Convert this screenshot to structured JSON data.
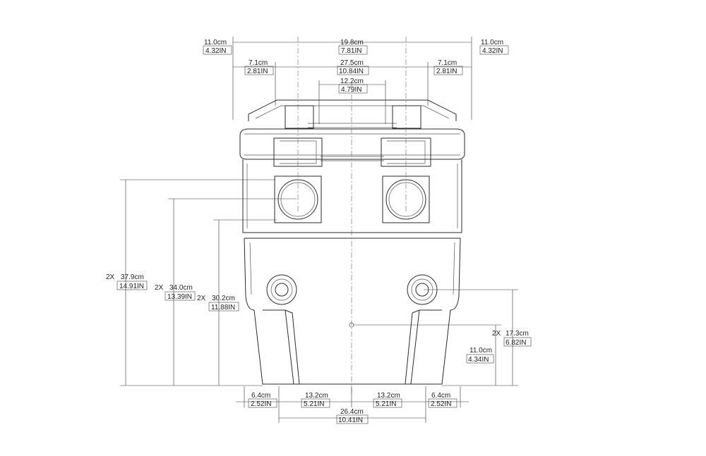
{
  "drawing": {
    "line_color": "#2a2a2a",
    "background": "#ffffff"
  },
  "dimensions": {
    "top_outer_left": {
      "metric": "11.0cm",
      "imperial": "4.32IN"
    },
    "top_center": {
      "metric": "19.8cm",
      "imperial": "7.81IN"
    },
    "top_outer_right": {
      "metric": "11.0cm",
      "imperial": "4.32IN"
    },
    "second_left": {
      "metric": "7.1cm",
      "imperial": "2.81IN"
    },
    "second_center": {
      "metric": "27.5cm",
      "imperial": "10.84IN"
    },
    "second_right": {
      "metric": "7.1cm",
      "imperial": "2.81IN"
    },
    "handle_gap": {
      "metric": "12.2cm",
      "imperial": "4.79IN"
    },
    "height_37": {
      "prefix": "2X",
      "metric": "37.9cm",
      "imperial": "14.91IN"
    },
    "height_34": {
      "prefix": "2X",
      "metric": "34.0cm",
      "imperial": "13.39IN"
    },
    "height_30": {
      "prefix": "2X",
      "metric": "30.2cm",
      "imperial": "11.88IN"
    },
    "height_17": {
      "prefix": "2X",
      "metric": "17.3cm",
      "imperial": "6.82IN"
    },
    "height_11": {
      "metric": "11.0cm",
      "imperial": "4.34IN"
    },
    "bottom_left": {
      "metric": "6.4cm",
      "imperial": "2.52IN"
    },
    "bottom_mid_left": {
      "metric": "13.2cm",
      "imperial": "5.21IN"
    },
    "bottom_mid_right": {
      "metric": "13.2cm",
      "imperial": "5.21IN"
    },
    "bottom_right": {
      "metric": "6.4cm",
      "imperial": "2.52IN"
    },
    "bottom_total": {
      "metric": "26.4cm",
      "imperial": "10.41IN"
    }
  }
}
